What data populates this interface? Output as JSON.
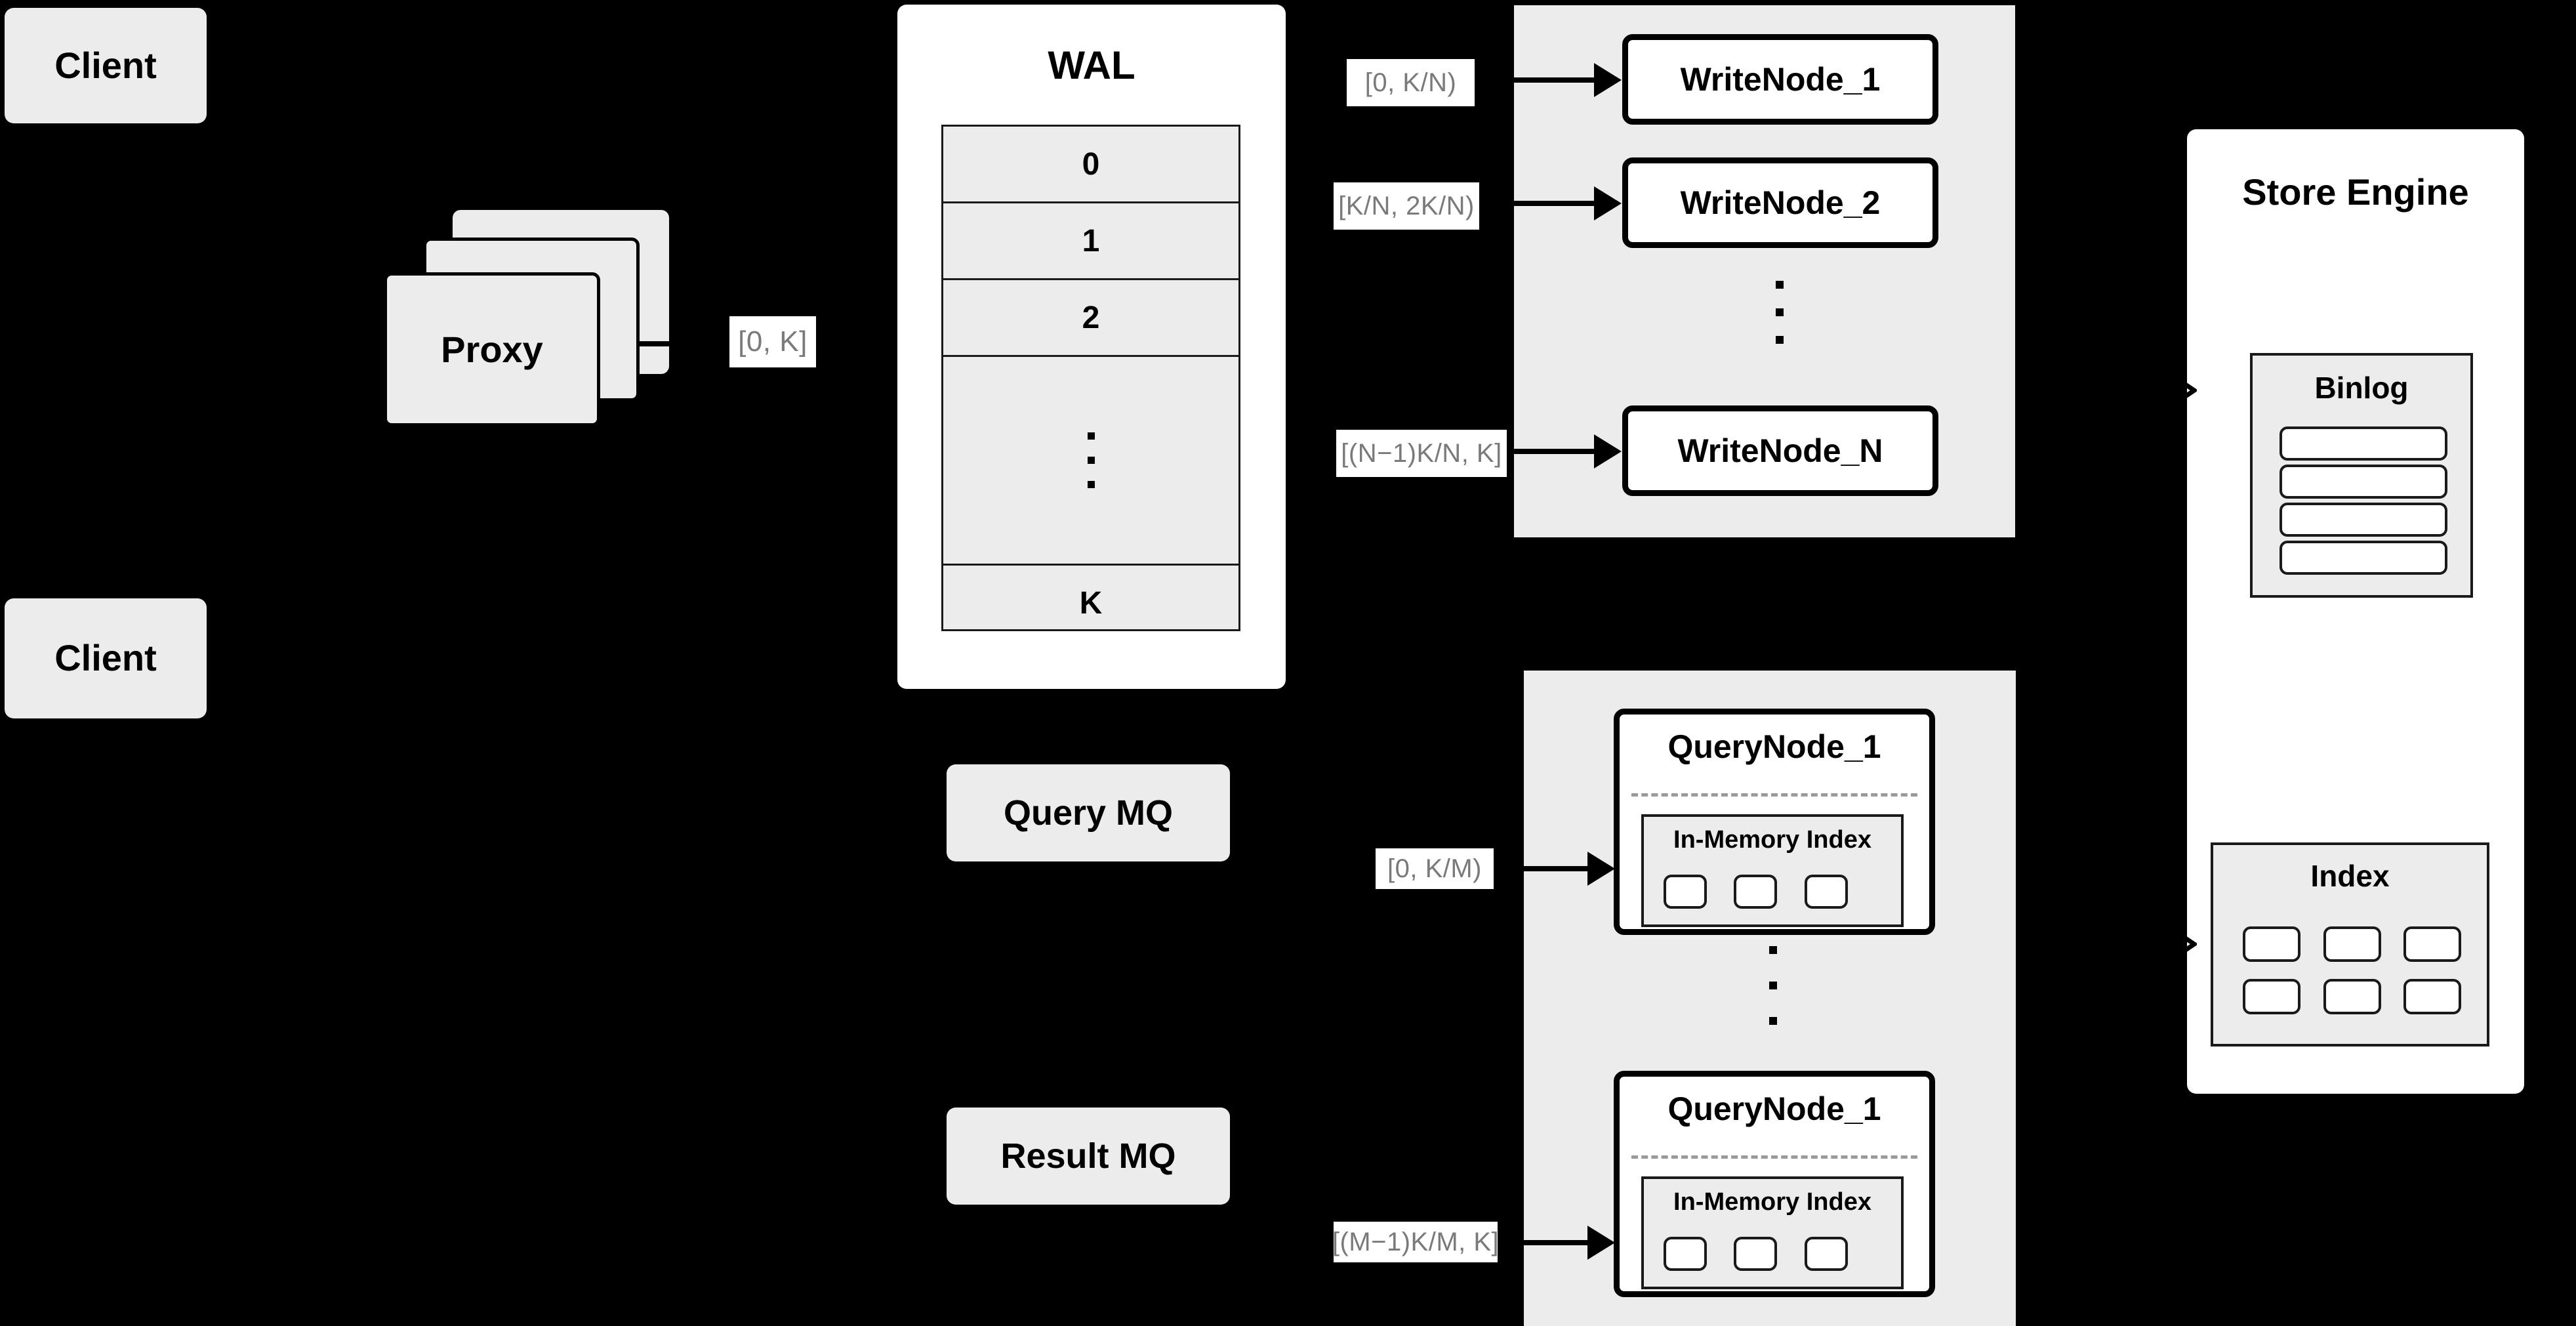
{
  "diagram": {
    "title": "Distributed Vector Database Write/Query Architecture",
    "background_color": "#000000",
    "node_fill": "#ececec",
    "panel_fill": "#ffffff",
    "tag_text_color": "#7a7a7a",
    "border_color": "#000000"
  },
  "clients": [
    {
      "label": "Client"
    },
    {
      "label": "Client"
    }
  ],
  "proxy": {
    "label": "Proxy",
    "stack_count": 3
  },
  "tags": {
    "proxy_to_wal": "[0, K]",
    "writenode_1": "[0,  K/N)",
    "writenode_2": "[K/N, 2K/N)",
    "writenode_n": "[(N−1)K/N,  K]",
    "querynode_1": "[0, K/M)",
    "querynode_m": "[(M−1)K/M, K]"
  },
  "wal": {
    "title": "WAL",
    "rows": [
      "0",
      "1",
      "2",
      "⋮",
      "K"
    ]
  },
  "message_queues": [
    {
      "label": "Query MQ"
    },
    {
      "label": "Result MQ"
    }
  ],
  "write_cluster": {
    "nodes": [
      {
        "label": "WriteNode_1"
      },
      {
        "label": "WriteNode_2"
      },
      {
        "label": "WriteNode_N"
      }
    ],
    "ellipsis_dots": 3
  },
  "query_cluster": {
    "nodes": [
      {
        "label": "QueryNode_1",
        "index_title": "In-Memory Index",
        "index_chips": 3
      },
      {
        "label": "QueryNode_1",
        "index_title": "In-Memory Index",
        "index_chips": 3
      }
    ],
    "ellipsis_dots": 3
  },
  "store_engine": {
    "title": "Store Engine",
    "binlog": {
      "title": "Binlog",
      "rows": 4
    },
    "index": {
      "title": "Index",
      "chips": 6
    }
  }
}
